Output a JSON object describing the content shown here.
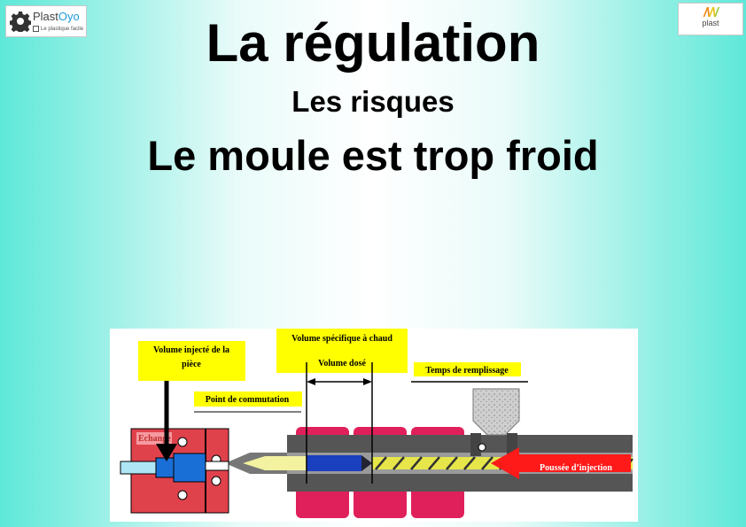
{
  "logos": {
    "left_brand_part1": "Plast",
    "left_brand_part2": "Oyo",
    "left_tagline": "Le plastique facile",
    "right_text": "plast"
  },
  "header": {
    "title": "La régulation",
    "subtitle": "Les risques",
    "heading": "Le moule est trop froid"
  },
  "diagram": {
    "label_volume_injecte_line1": "Volume injecté de la",
    "label_volume_injecte_line2": "pièce",
    "label_volume_specifique": "Volume spécifique à chaud",
    "label_volume_dose": "Volume dosé",
    "label_temps_remplissage": "Temps de remplissage",
    "label_point_commutation": "Point de commutation",
    "label_echange": "Echange",
    "label_poussee_injection": "Poussée d’injection",
    "colors": {
      "label_bg": "#ffff00",
      "mold": "#e0424c",
      "heater": "#e0205a",
      "melt": "#1a3fbf",
      "screw": "#e6e64a",
      "arrow": "#ff1a1a"
    }
  }
}
